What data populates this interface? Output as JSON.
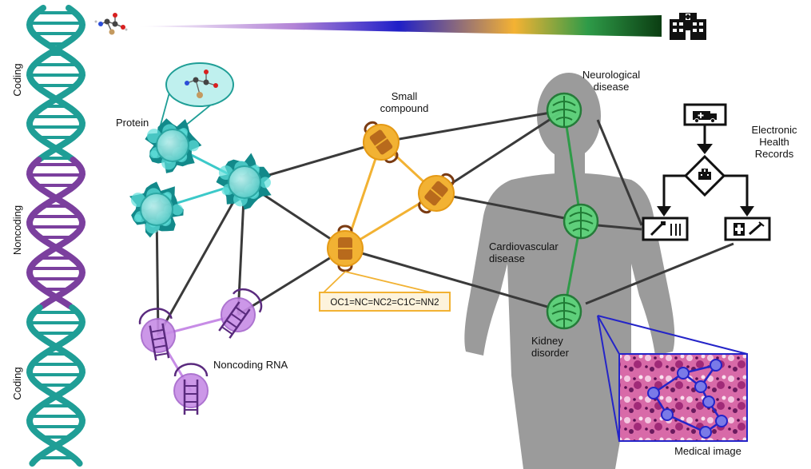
{
  "dna": {
    "segments": [
      {
        "label": "Coding",
        "color": "#1f9e96"
      },
      {
        "label": "Noncoding",
        "color": "#7b3f9e"
      },
      {
        "label": "Coding",
        "color": "#1f9e96"
      }
    ]
  },
  "header": {
    "gradient_colors": [
      "#ffffff",
      "#b384d6",
      "#1f1fc8",
      "#f4b233",
      "#2e9b48",
      "#0b3d12"
    ],
    "molecule_icon": "amino-acid-molecule-icon",
    "hospital_icon": "hospital-icon"
  },
  "colors": {
    "protein": "#3cc9c9",
    "small_compound": "#f2b233",
    "noncoding_rna": "#c78ce6",
    "disease": "#3bb55a",
    "edges": "#3a3a3a",
    "body": "#9b9b9b",
    "medical_frame": "#2424c8"
  },
  "labels": {
    "protein": "Protein",
    "small_compound": "Small\ncompound",
    "noncoding_rna": "Noncoding RNA",
    "neurological": "Neurological\ndisease",
    "cardiovascular": "Cardiovascular\ndisease",
    "kidney": "Kidney\ndisorder",
    "ehr": "Electronic\nHealth\nRecords",
    "medical_image": "Medical image",
    "smiles": "OC1=NC=NC2=C1C=NN2"
  },
  "ehr_icons": [
    "ambulance-icon",
    "hospital-icon",
    "prescription-icon",
    "medical-kit-icon"
  ]
}
